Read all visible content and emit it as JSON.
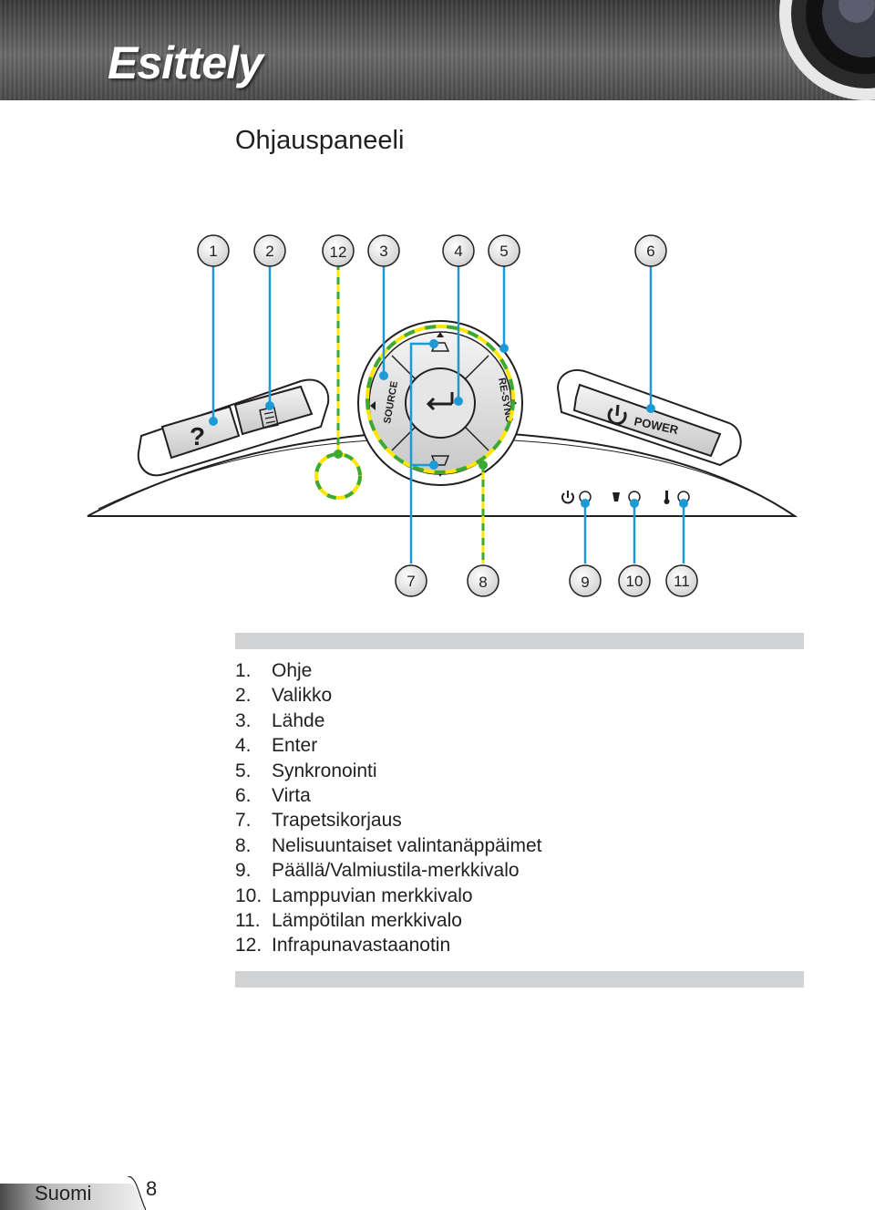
{
  "header": {
    "title": "Esittely"
  },
  "section": {
    "title": "Ohjauspaneeli"
  },
  "panel": {
    "source_label": "SOURCE",
    "resync_label": "RE-SYNC",
    "power_label": "POWER",
    "help_glyph": "?"
  },
  "callouts": [
    "1",
    "2",
    "12",
    "3",
    "4",
    "5",
    "6",
    "7",
    "8",
    "9",
    "10",
    "11"
  ],
  "legend": [
    {
      "num": "1.",
      "text": "Ohje"
    },
    {
      "num": "2.",
      "text": "Valikko"
    },
    {
      "num": "3.",
      "text": "Lähde"
    },
    {
      "num": "4.",
      "text": "Enter"
    },
    {
      "num": "5.",
      "text": "Synkronointi"
    },
    {
      "num": "6.",
      "text": "Virta"
    },
    {
      "num": "7.",
      "text": "Trapetsikorjaus"
    },
    {
      "num": "8.",
      "text": "Nelisuuntaiset valintanäppäimet"
    },
    {
      "num": "9.",
      "text": "Päällä/Valmiustila-merkkivalo"
    },
    {
      "num": "10.",
      "text": "Lamppuvian merkkivalo"
    },
    {
      "num": "11.",
      "text": "Lämpötilan merkkivalo"
    },
    {
      "num": "12.",
      "text": "Infrapunavastaanotin"
    }
  ],
  "footer": {
    "language": "Suomi",
    "page": "8"
  },
  "colors": {
    "callout_line": "#1b9ad6",
    "ir_highlight": "#ffe600",
    "nav_highlight": "#3aaa35",
    "header_bg": "#555555"
  }
}
